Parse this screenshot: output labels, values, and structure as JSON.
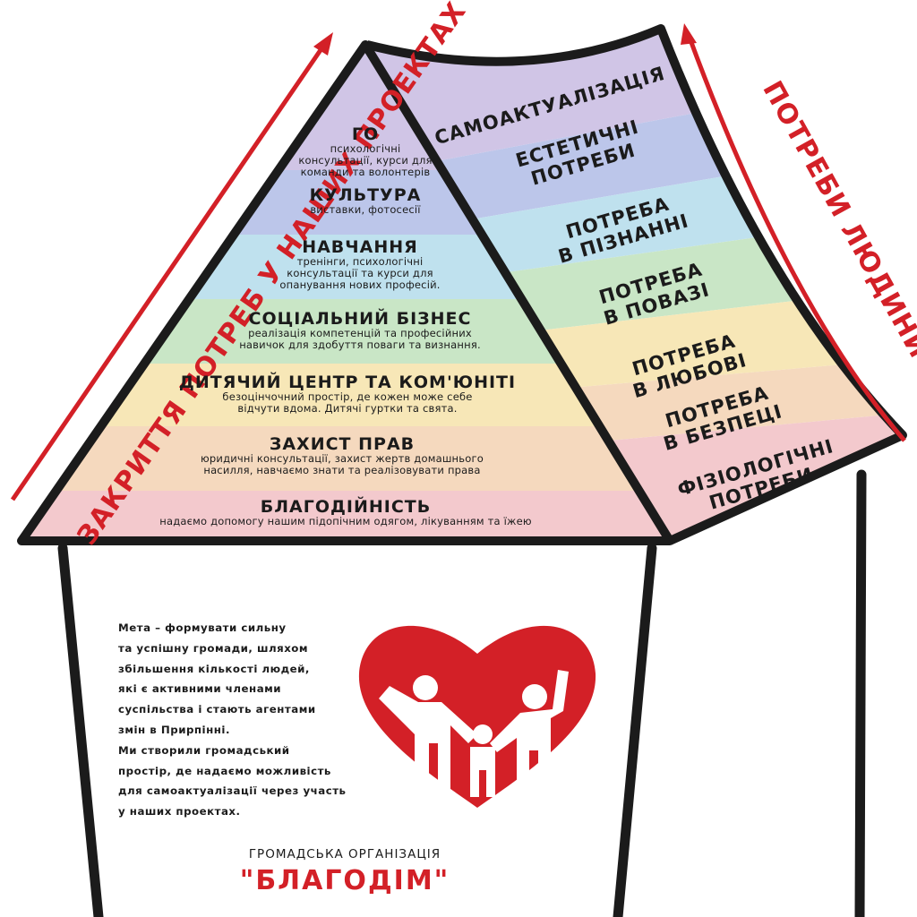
{
  "colors": {
    "accent_red": "#d32027",
    "outline": "#1b1b1b",
    "bands": [
      "#f3c9cd",
      "#f5d9be",
      "#f7e7b7",
      "#c9e6c6",
      "#bfe1ee",
      "#bcc6ea",
      "#d0c5e6"
    ]
  },
  "left_axis_label": "ЗАКРИТТЯ ПОТРЕБ У НАШИХ ПРОЕКТАХ",
  "right_axis_label": "ПОТРЕБИ ЛЮДИНИ",
  "pyramid_levels": [
    {
      "title": "ГО",
      "desc": [
        "психологічні",
        "консультації, курси для",
        "команди та волонтерів"
      ]
    },
    {
      "title": "КУЛЬТУРА",
      "desc": [
        "виставки, фотосесії"
      ]
    },
    {
      "title": "НАВЧАННЯ",
      "desc": [
        "тренінги, психологічні",
        "консультації та курси для",
        "опанування нових професій."
      ]
    },
    {
      "title": "СОЦІАЛЬНИЙ БІЗНЕС",
      "desc": [
        "реалізація компетенцій та професійних",
        "навичок для здобуття поваги та визнання."
      ]
    },
    {
      "title": "ДИТЯЧИЙ ЦЕНТР ТА КОМ'ЮНІТІ",
      "desc": [
        "безоцінчочний простір, де кожен може себе",
        "відчути вдома. Дитячі гуртки та свята."
      ]
    },
    {
      "title": "ЗАХИСТ ПРАВ",
      "desc": [
        "юридичні консультації, захист жертв домашнього",
        "насилля, навчаємо знати та реалізовувати права"
      ]
    },
    {
      "title": "БЛАГОДІЙНІСТЬ",
      "desc": [
        "надаємо допомогу нашим підопічним одягом, лікуванням та їжею"
      ]
    }
  ],
  "needs": [
    [
      "САМОАКТУАЛІЗАЦІЯ"
    ],
    [
      "ЕСТЕТИЧНІ",
      "ПОТРЕБИ"
    ],
    [
      "ПОТРЕБА",
      "В ПІЗНАННІ"
    ],
    [
      "ПОТРЕБА",
      "В ПОВАЗІ"
    ],
    [
      "ПОТРЕБА",
      "В ЛЮБОВІ"
    ],
    [
      "ПОТРЕБА",
      "В БЕЗПЕЦІ"
    ],
    [
      "ФІЗІОЛОГІЧНІ",
      "ПОТРЕБИ"
    ]
  ],
  "mission_lines": [
    "Мета – формувати сильну",
    "та успішну громади, шляхом",
    "збільшення кількості людей,",
    "які є активними членами",
    "суспільства і стають агентами",
    "змін в Прирпінні.",
    "Ми створили громадський",
    "простір, де надаємо можливість",
    "для самоактуалізації через участь",
    "у наших проектах."
  ],
  "org_subtitle": "ГРОМАДСЬКА ОРГАНІЗАЦІЯ",
  "org_name": "\"БЛАГОДІМ\"",
  "logo_icon": "heart-family-icon"
}
